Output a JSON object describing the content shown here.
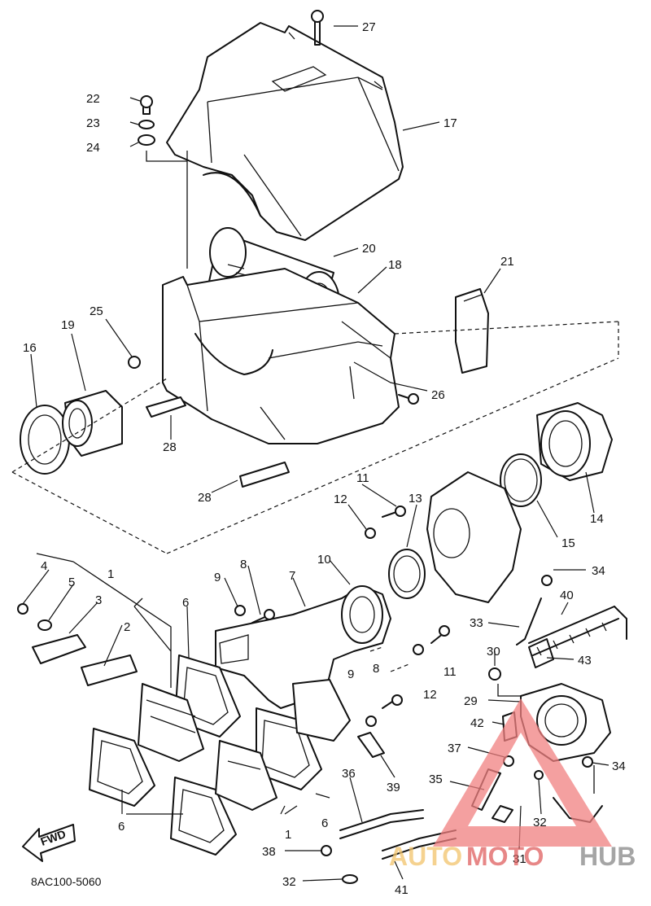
{
  "diagram": {
    "code": "8AC100-5060",
    "fwd_label": "FWD",
    "callouts": [
      "1",
      "1",
      "2",
      "3",
      "4",
      "5",
      "6",
      "6",
      "6",
      "7",
      "8",
      "8",
      "9",
      "9",
      "10",
      "11",
      "11",
      "12",
      "12",
      "13",
      "14",
      "15",
      "16",
      "17",
      "18",
      "19",
      "20",
      "21",
      "22",
      "23",
      "24",
      "25",
      "26",
      "27",
      "28",
      "28",
      "29",
      "30",
      "31",
      "32",
      "32",
      "33",
      "34",
      "34",
      "35",
      "36",
      "37",
      "38",
      "39",
      "40",
      "41",
      "42",
      "43"
    ]
  },
  "watermark": {
    "part1": "AUTO",
    "part2": "MOTO",
    "part3": "HUB",
    "colors": {
      "triangle": "#f08080",
      "auto": "#f2c46b",
      "moto": "#e06060",
      "hub": "#888888"
    }
  }
}
